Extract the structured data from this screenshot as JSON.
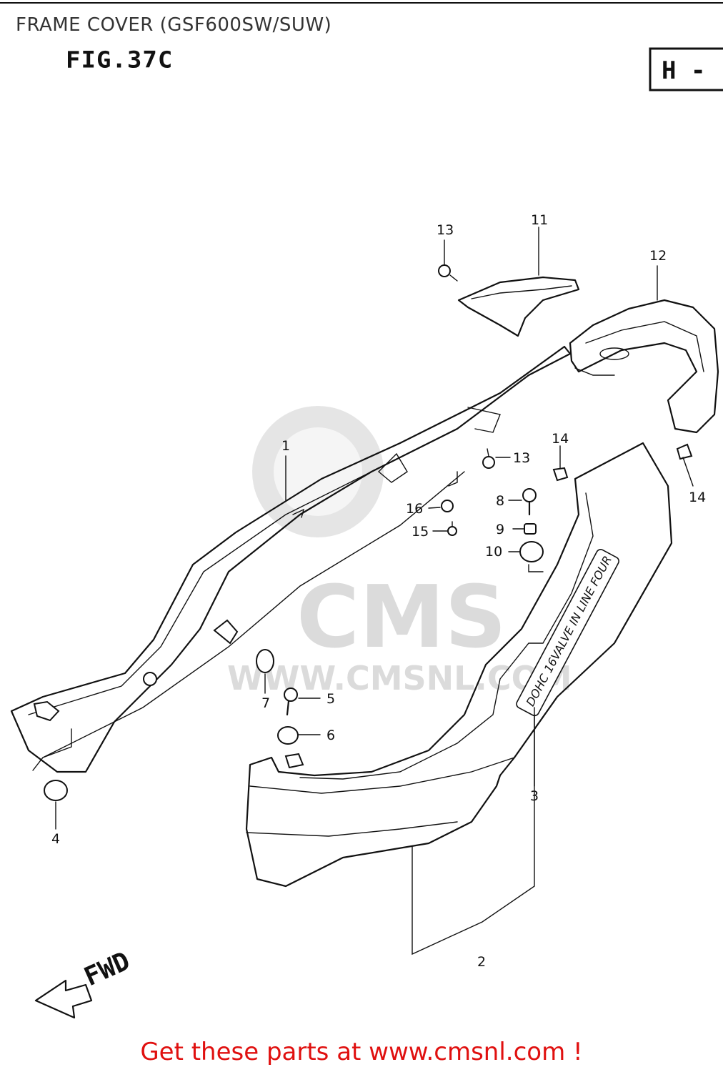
{
  "title": "FRAME COVER (GSF600SW/SUW)",
  "figure_label": "FIG.37C",
  "corner_box_text": "H -",
  "watermark": {
    "logo_text": "CMS",
    "url_text": "WWW.CMSNL.COM"
  },
  "direction_arrow_label": "FWD",
  "cover_decal_text": "DOHC 16VALVE IN LINE FOUR",
  "callouts": {
    "c1": "1",
    "c2": "2",
    "c3": "3",
    "c4": "4",
    "c5": "5",
    "c6": "6",
    "c7": "7",
    "c8": "8",
    "c9": "9",
    "c10": "10",
    "c11": "11",
    "c12": "12",
    "c13a": "13",
    "c13b": "13",
    "c14a": "14",
    "c14b": "14",
    "c15": "15",
    "c16": "16"
  },
  "footer_text": "Get these parts at www.cmsnl.com !",
  "colors": {
    "footer": "#e0100f",
    "line_art": "#111111",
    "watermark": "#d0d0d0"
  }
}
